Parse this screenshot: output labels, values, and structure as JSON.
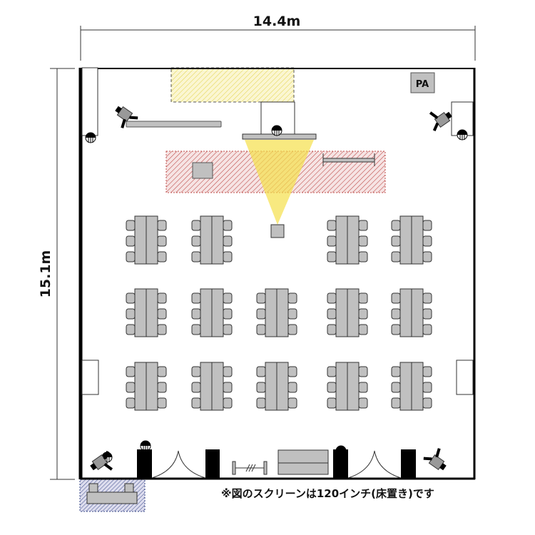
{
  "dimensions": {
    "width_label": "14.4m",
    "height_label": "15.1m"
  },
  "equipment": {
    "pa_label": "PA"
  },
  "note": "※図のスクリーンは120インチ(床置き)です",
  "colors": {
    "wall": "#000000",
    "furniture": "#c0c0c0",
    "stage_hatch": "#c0504d",
    "screen_area_hatch": "#e6d85a",
    "projection": "#f5e04a",
    "storage_hatch": "#3a4a8a"
  },
  "tables": {
    "rows": [
      4,
      5,
      5
    ],
    "chairs_per_side": 3
  }
}
